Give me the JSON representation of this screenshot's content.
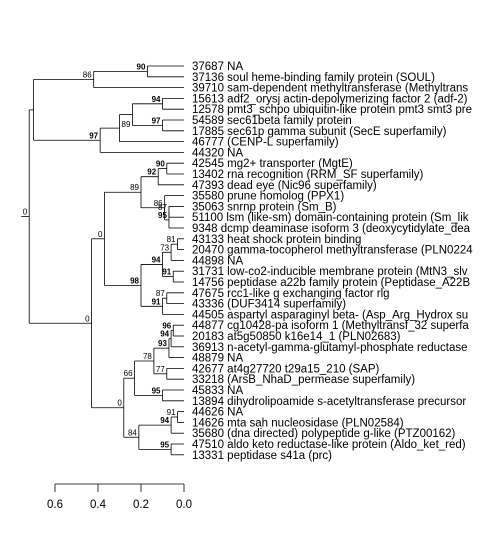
{
  "tree": {
    "tips": [
      {
        "id": "37687",
        "label": "37687 NA"
      },
      {
        "id": "37136",
        "label": "37136 soul heme-binding family protein (SOUL)"
      },
      {
        "id": "39710",
        "label": "39710 sam-dependent methyltransferase (Methyltrans"
      },
      {
        "id": "15613",
        "label": "15613 adf2_orysj actin-depolymerizing factor 2 (adf-2)"
      },
      {
        "id": "12578",
        "label": "12578 pmt3_schpo ubiquitin-like protein pmt3 smt3 pre"
      },
      {
        "id": "54589",
        "label": "54589 sec61beta family protein"
      },
      {
        "id": "17885",
        "label": "17885 sec61p gamma subunit (SecE superfamily)"
      },
      {
        "id": "46777",
        "label": "46777 (CENP-L superfamily)"
      },
      {
        "id": "44320",
        "label": "44320 NA"
      },
      {
        "id": "42545",
        "label": "42545 mg2+ transporter (MgtE)"
      },
      {
        "id": "13402",
        "label": "13402 rna recognition (RRM_SF superfamily)"
      },
      {
        "id": "47393",
        "label": "47393 dead eye (Nic96 superfamily)"
      },
      {
        "id": "35580",
        "label": "35580 prune homolog (PPX1)"
      },
      {
        "id": "35063",
        "label": "35063 snrnp protein (Sm_B)"
      },
      {
        "id": "51100",
        "label": "51100 lsm (like-sm) domain-containing protein (Sm_lik"
      },
      {
        "id": "9348",
        "label": "9348 dcmp deaminase isoform 3 (deoxycytidylate_dea"
      },
      {
        "id": "43133",
        "label": "43133 heat shock protein binding"
      },
      {
        "id": "20470",
        "label": "20470 gamma-tocopherol methyltransferase (PLN0224"
      },
      {
        "id": "44898",
        "label": "44898 NA"
      },
      {
        "id": "31731",
        "label": "31731 low-co2-inducible membrane protein (MtN3_slv"
      },
      {
        "id": "14756",
        "label": "14756 peptidase a22b family protein (Peptidase_A22B"
      },
      {
        "id": "47675",
        "label": "47675 rcc1-like g exchanging factor rlg"
      },
      {
        "id": "43336",
        "label": "43336 (DUF3414 superfamily)"
      },
      {
        "id": "44505",
        "label": "44505 aspartyl asparaginyl beta- (Asp_Arg_Hydrox su"
      },
      {
        "id": "44877",
        "label": "44877 cg10428-pa isoform 1 (Methyltransf_32 superfa"
      },
      {
        "id": "20183",
        "label": "20183 at5g50850 k16e14_1 (PLN02683)"
      },
      {
        "id": "36913",
        "label": "36913 n-acetyl-gamma-glutamyl-phosphate reductase"
      },
      {
        "id": "48879",
        "label": "48879 NA"
      },
      {
        "id": "42677",
        "label": "42677 at4g27720 t29a15_210 (SAP)"
      },
      {
        "id": "33218",
        "label": "33218 (ArsB_NhaD_permease superfamily)"
      },
      {
        "id": "45833",
        "label": "45833 NA"
      },
      {
        "id": "13894",
        "label": "13894 dihydrolipoamide s-acetyltransferase precursor"
      },
      {
        "id": "44626",
        "label": "44626 NA"
      },
      {
        "id": "14626",
        "label": "14626 mta sah nucleosidase (PLN02584)"
      },
      {
        "id": "35680",
        "label": "35680 (dna directed) polypeptide g-like (PTZ00162)"
      },
      {
        "id": "47510",
        "label": "47510 aldo keto reductase-like protein (Aldo_ket_red)"
      },
      {
        "id": "13331",
        "label": "13331 peptidase s41a (prc)"
      }
    ],
    "nodes": [
      {
        "id": "n_top",
        "children": [
          "37687",
          "37136"
        ],
        "depth": 0.17,
        "support": "90",
        "bold": true
      },
      {
        "id": "n_86",
        "children": [
          "n_top",
          "39710"
        ],
        "depth": 0.42,
        "support": "86",
        "bold": false
      },
      {
        "id": "n_94a",
        "children": [
          "15613",
          "12578"
        ],
        "depth": 0.1,
        "support": "94",
        "bold": true
      },
      {
        "id": "n_97b",
        "children": [
          "54589",
          "17885"
        ],
        "depth": 0.1,
        "support": "97",
        "bold": true
      },
      {
        "id": "n_mid",
        "children": [
          "n_94a",
          "n_97b"
        ],
        "depth": 0.24,
        "support": "",
        "bold": false
      },
      {
        "id": "n_89a",
        "children": [
          "n_mid",
          "46777"
        ],
        "depth": 0.3,
        "support": "",
        "bold": false
      },
      {
        "id": "n_97a",
        "children": [
          "n_89a",
          "44320"
        ],
        "depth": 0.39,
        "support": "97",
        "bold": true
      },
      {
        "id": "n_89ab",
        "children": [
          "n_86",
          "n_97a"
        ],
        "depth": 0.7,
        "support": "",
        "bold": false
      },
      {
        "id": "n_90",
        "children": [
          "42545",
          "13402"
        ],
        "depth": 0.08,
        "support": "90",
        "bold": true
      },
      {
        "id": "n_92",
        "children": [
          "n_90",
          "47393"
        ],
        "depth": 0.12,
        "support": "92",
        "bold": true
      },
      {
        "id": "n_87",
        "children": [
          "35063",
          "51100"
        ],
        "depth": 0.07,
        "support": "87",
        "bold": false
      },
      {
        "id": "n_95a",
        "children": [
          "n_87",
          "9348"
        ],
        "depth": 0.07,
        "support": "95",
        "bold": true
      },
      {
        "id": "n_86b",
        "children": [
          "35580",
          "n_95a"
        ],
        "depth": 0.09,
        "support": "86",
        "bold": false
      },
      {
        "id": "n_89",
        "children": [
          "n_92",
          "n_86b"
        ],
        "depth": 0.2,
        "support": "89",
        "bold": false
      },
      {
        "id": "n_81",
        "children": [
          "43133",
          "20470"
        ],
        "depth": 0.03,
        "support": "81",
        "bold": false
      },
      {
        "id": "n_73",
        "children": [
          "n_81",
          "44898"
        ],
        "depth": 0.06,
        "support": "73",
        "bold": false
      },
      {
        "id": "n_91a",
        "children": [
          "31731",
          "14756"
        ],
        "depth": 0.05,
        "support": "91",
        "bold": true
      },
      {
        "id": "n_94b",
        "children": [
          "n_73",
          "n_91a"
        ],
        "depth": 0.1,
        "support": "94",
        "bold": true
      },
      {
        "id": "n_87b",
        "children": [
          "47675",
          "43336"
        ],
        "depth": 0.08,
        "support": "87",
        "bold": false
      },
      {
        "id": "n_91b",
        "children": [
          "n_87b",
          "44505"
        ],
        "depth": 0.1,
        "support": "91",
        "bold": true
      },
      {
        "id": "n_98",
        "children": [
          "n_94b",
          "n_91b"
        ],
        "depth": 0.2,
        "support": "98",
        "bold": true
      },
      {
        "id": "n_0a",
        "children": [
          "n_89",
          "n_98"
        ],
        "depth": 0.37,
        "support": "0",
        "bold": false
      },
      {
        "id": "n_96",
        "children": [
          "44877",
          "20183"
        ],
        "depth": 0.05,
        "support": "96",
        "bold": true
      },
      {
        "id": "n_94c",
        "children": [
          "n_96",
          "36913"
        ],
        "depth": 0.06,
        "support": "94",
        "bold": true
      },
      {
        "id": "n_93",
        "children": [
          "n_94c",
          "48879"
        ],
        "depth": 0.07,
        "support": "93",
        "bold": true
      },
      {
        "id": "n_77",
        "children": [
          "42677",
          "33218"
        ],
        "depth": 0.08,
        "support": "77",
        "bold": false
      },
      {
        "id": "n_78",
        "children": [
          "n_93",
          "n_77"
        ],
        "depth": 0.14,
        "support": "78",
        "bold": false
      },
      {
        "id": "n_95b",
        "children": [
          "45833",
          "13894"
        ],
        "depth": 0.1,
        "support": "95",
        "bold": true
      },
      {
        "id": "n_66",
        "children": [
          "n_78",
          "n_95b"
        ],
        "depth": 0.23,
        "support": "66",
        "bold": false
      },
      {
        "id": "n_91c",
        "children": [
          "44626",
          "14626"
        ],
        "depth": 0.03,
        "support": "91",
        "bold": false
      },
      {
        "id": "n_94d",
        "children": [
          "n_91c",
          "35680"
        ],
        "depth": 0.06,
        "support": "94",
        "bold": true
      },
      {
        "id": "n_95c",
        "children": [
          "47510",
          "13331"
        ],
        "depth": 0.06,
        "support": "95",
        "bold": true
      },
      {
        "id": "n_84",
        "children": [
          "n_94d",
          "n_95c"
        ],
        "depth": 0.21,
        "support": "84",
        "bold": false
      },
      {
        "id": "n_0b",
        "children": [
          "n_66",
          "n_84"
        ],
        "depth": 0.28,
        "support": "0",
        "bold": false
      },
      {
        "id": "n_0c",
        "children": [
          "n_0a",
          "n_0b"
        ],
        "depth": 0.43,
        "support": "0",
        "bold": false
      },
      {
        "id": "root",
        "children": [
          "n_89ab",
          "n_0c"
        ],
        "depth": 0.72,
        "support": "0",
        "bold": false
      }
    ]
  },
  "axis": {
    "ticks": [
      0.6,
      0.4,
      0.2,
      0.0
    ],
    "tick_labels": [
      "0.6",
      "0.4",
      "0.2",
      "0.0"
    ],
    "min": 0.0,
    "max": 0.6
  },
  "extra_labels": {
    "n_89a": "89",
    "n_mid": "",
    "n_89ab": ""
  }
}
